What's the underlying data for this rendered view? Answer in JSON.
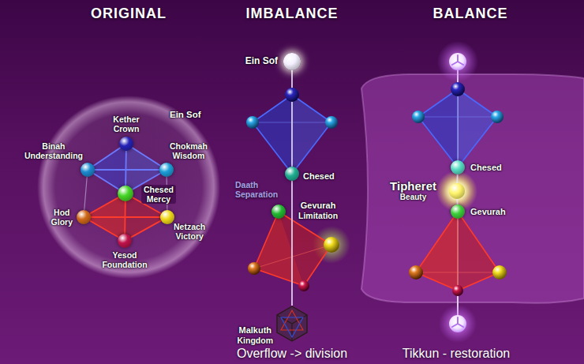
{
  "diagram": {
    "nodes": [
      {
        "text": [
          "Ein Sof"
        ]
      },
      {
        "text": [
          "Kether",
          "Crown"
        ],
        "in": 0
      },
      {
        "text": [
          "Binah",
          "Understanding"
        ],
        "in": 0
      },
      {
        "text": [
          "Chokmah",
          "Wisdom"
        ],
        "in": 0
      },
      {
        "text": [
          "Chesed",
          "Mercy"
        ],
        "in": 0
      },
      {
        "text": [
          "Hod",
          "Glory"
        ],
        "in": 0
      },
      {
        "text": [
          "Netzach",
          "Victory"
        ],
        "in": 0
      },
      {
        "text": [
          "Yesod",
          "Foundation"
        ],
        "in": 0
      },
      {
        "text": [
          "Ein Sof"
        ]
      },
      {
        "text": [
          "Chesed"
        ]
      },
      {
        "text": [
          "Gevurah",
          "Limitation"
        ]
      },
      {
        "text": [
          "Malkuth",
          "Kingdom"
        ]
      },
      {
        "text": [
          "Chesed"
        ]
      },
      {
        "text": [
          "Tipheret",
          "Beauty"
        ]
      },
      {
        "text": [
          "Gevurah"
        ]
      }
    ],
    "edges": [
      {
        "from": 1,
        "to": 2,
        "arrow": "none"
      },
      {
        "from": 1,
        "to": 3,
        "arrow": "none"
      },
      {
        "from": 1,
        "to": 4,
        "arrow": "none"
      },
      {
        "from": 2,
        "to": 3,
        "arrow": "none"
      },
      {
        "from": 2,
        "to": 4,
        "arrow": "none"
      },
      {
        "from": 3,
        "to": 4,
        "arrow": "none"
      },
      {
        "from": 2,
        "to": 5,
        "arrow": "none"
      },
      {
        "from": 3,
        "to": 6,
        "arrow": "none"
      },
      {
        "from": 4,
        "to": 5,
        "arrow": "none"
      },
      {
        "from": 4,
        "to": 6,
        "arrow": "none"
      },
      {
        "from": 4,
        "to": 7,
        "arrow": "none"
      },
      {
        "from": 5,
        "to": 6,
        "arrow": "none"
      },
      {
        "from": 5,
        "to": 7,
        "arrow": "none"
      },
      {
        "from": 6,
        "to": 7,
        "arrow": "none"
      },
      {
        "from": 8,
        "to": 9,
        "arrow": "none"
      },
      {
        "from": 9,
        "to": 11,
        "arrow": "none"
      },
      {
        "from": 12,
        "to": 13,
        "arrow": "none"
      },
      {
        "from": 13,
        "to": 14,
        "arrow": "none"
      }
    ],
    "labels": [
      "ORIGINAL",
      "IMBALANCE",
      "BALANCE",
      "Daath Separation",
      "Overflow -> division",
      "Tikkun - restoration"
    ]
  }
}
